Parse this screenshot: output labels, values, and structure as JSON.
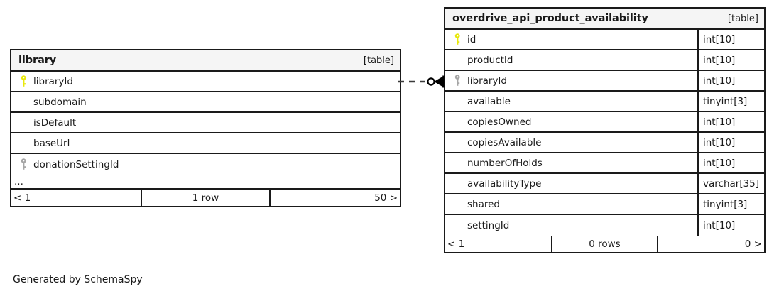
{
  "diagram": {
    "generator_credit": "Generated by SchemaSpy",
    "table_tag": "[table]"
  },
  "tables": [
    {
      "id": "library",
      "name": "library",
      "tag": "[table]",
      "show_types": false,
      "columns": [
        {
          "name": "libraryId",
          "type": "",
          "key": "primary"
        },
        {
          "name": "subdomain",
          "type": "",
          "key": "none"
        },
        {
          "name": "isDefault",
          "type": "",
          "key": "none"
        },
        {
          "name": "baseUrl",
          "type": "",
          "key": "none"
        },
        {
          "name": "donationSettingId",
          "type": "",
          "key": "foreign"
        }
      ],
      "truncated": true,
      "truncation_label": "...",
      "footer": {
        "prev": "< 1",
        "count": "1 row",
        "next": "50 >"
      }
    },
    {
      "id": "overdrive_api_product_availability",
      "name": "overdrive_api_product_availability",
      "tag": "[table]",
      "show_types": true,
      "columns": [
        {
          "name": "id",
          "type": "int[10]",
          "key": "primary"
        },
        {
          "name": "productId",
          "type": "int[10]",
          "key": "none"
        },
        {
          "name": "libraryId",
          "type": "int[10]",
          "key": "foreign"
        },
        {
          "name": "available",
          "type": "tinyint[3]",
          "key": "none"
        },
        {
          "name": "copiesOwned",
          "type": "int[10]",
          "key": "none"
        },
        {
          "name": "copiesAvailable",
          "type": "int[10]",
          "key": "none"
        },
        {
          "name": "numberOfHolds",
          "type": "int[10]",
          "key": "none"
        },
        {
          "name": "availabilityType",
          "type": "varchar[35]",
          "key": "none"
        },
        {
          "name": "shared",
          "type": "tinyint[3]",
          "key": "none"
        },
        {
          "name": "settingId",
          "type": "int[10]",
          "key": "none"
        }
      ],
      "truncated": false,
      "truncation_label": "",
      "footer": {
        "prev": "< 1",
        "count": "0 rows",
        "next": "0 >"
      }
    }
  ],
  "relationships": [
    {
      "from_table": "library",
      "from_column": "libraryId",
      "to_table": "overdrive_api_product_availability",
      "to_column": "libraryId",
      "line_style": "dashed",
      "from_cardinality": "zero-or-one",
      "to_cardinality": "many"
    }
  ],
  "colors": {
    "primary_key": "#e8e80a",
    "foreign_key": "#a6a6a6",
    "border": "#1a1a1a",
    "header_bg": "#f5f5f5",
    "background": "#ffffff"
  }
}
